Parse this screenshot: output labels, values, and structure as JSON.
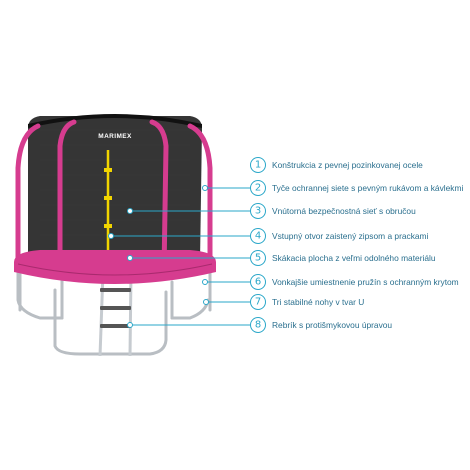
{
  "product": {
    "brand": "MARIMEX",
    "mat_label": "MARIMEX"
  },
  "colors": {
    "frame_pink": "#d63c8f",
    "net": "#222222",
    "accent_cyan": "#2aa7c9",
    "text_blue": "#2a6f8e",
    "steel": "#c8ccd0",
    "zip_yellow": "#f2d500"
  },
  "callouts": [
    {
      "number": "1",
      "text": "Konštrukcia z pevnej pozinkovanej ocele"
    },
    {
      "number": "2",
      "text": "Tyče ochrannej siete s pevným rukávom a kávlekmi"
    },
    {
      "number": "3",
      "text": "Vnútorná bezpečnostná sieť s obručou"
    },
    {
      "number": "4",
      "text": "Vstupný otvor zaistený zipsom a prackami"
    },
    {
      "number": "5",
      "text": "Skákacia plocha z veľmi odolného materiálu"
    },
    {
      "number": "6",
      "text": "Vonkajšie umiestnenie pružín s ochranným krytom"
    },
    {
      "number": "7",
      "text": "Tri stabilné nohy v tvar U"
    },
    {
      "number": "8",
      "text": "Rebrík s protišmykovou úpravou"
    }
  ]
}
